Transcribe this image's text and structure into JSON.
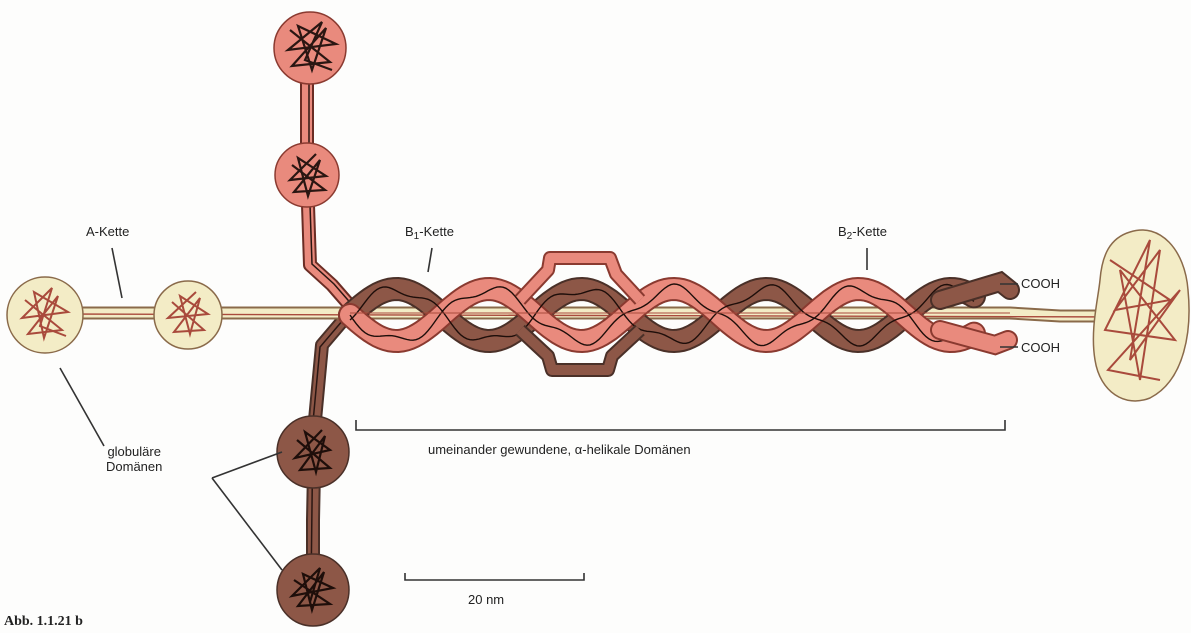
{
  "labels": {
    "a_chain": "A-Kette",
    "b1_chain_prefix": "B",
    "b1_chain_sub": "1",
    "b1_chain_suffix": "-Kette",
    "b2_chain_prefix": "B",
    "b2_chain_sub": "2",
    "b2_chain_suffix": "-Kette",
    "cooh_top": "COOH",
    "cooh_bottom": "COOH",
    "globular_line1": "globuläre",
    "globular_line2": "Domänen",
    "helical_domains": "umeinander gewundene, α-helikale Domänen",
    "scale_bar": "20 nm"
  },
  "caption": "Abb. 1.1.21 b",
  "colors": {
    "a_chain_fill": "#f3ecc6",
    "b1_chain_fill": "#e98a7d",
    "b2_chain_fill": "#8d5747",
    "outline": "#4a3028",
    "coil": "#2a1612",
    "coil_a": "#a94a3c",
    "leader": "#333333"
  }
}
